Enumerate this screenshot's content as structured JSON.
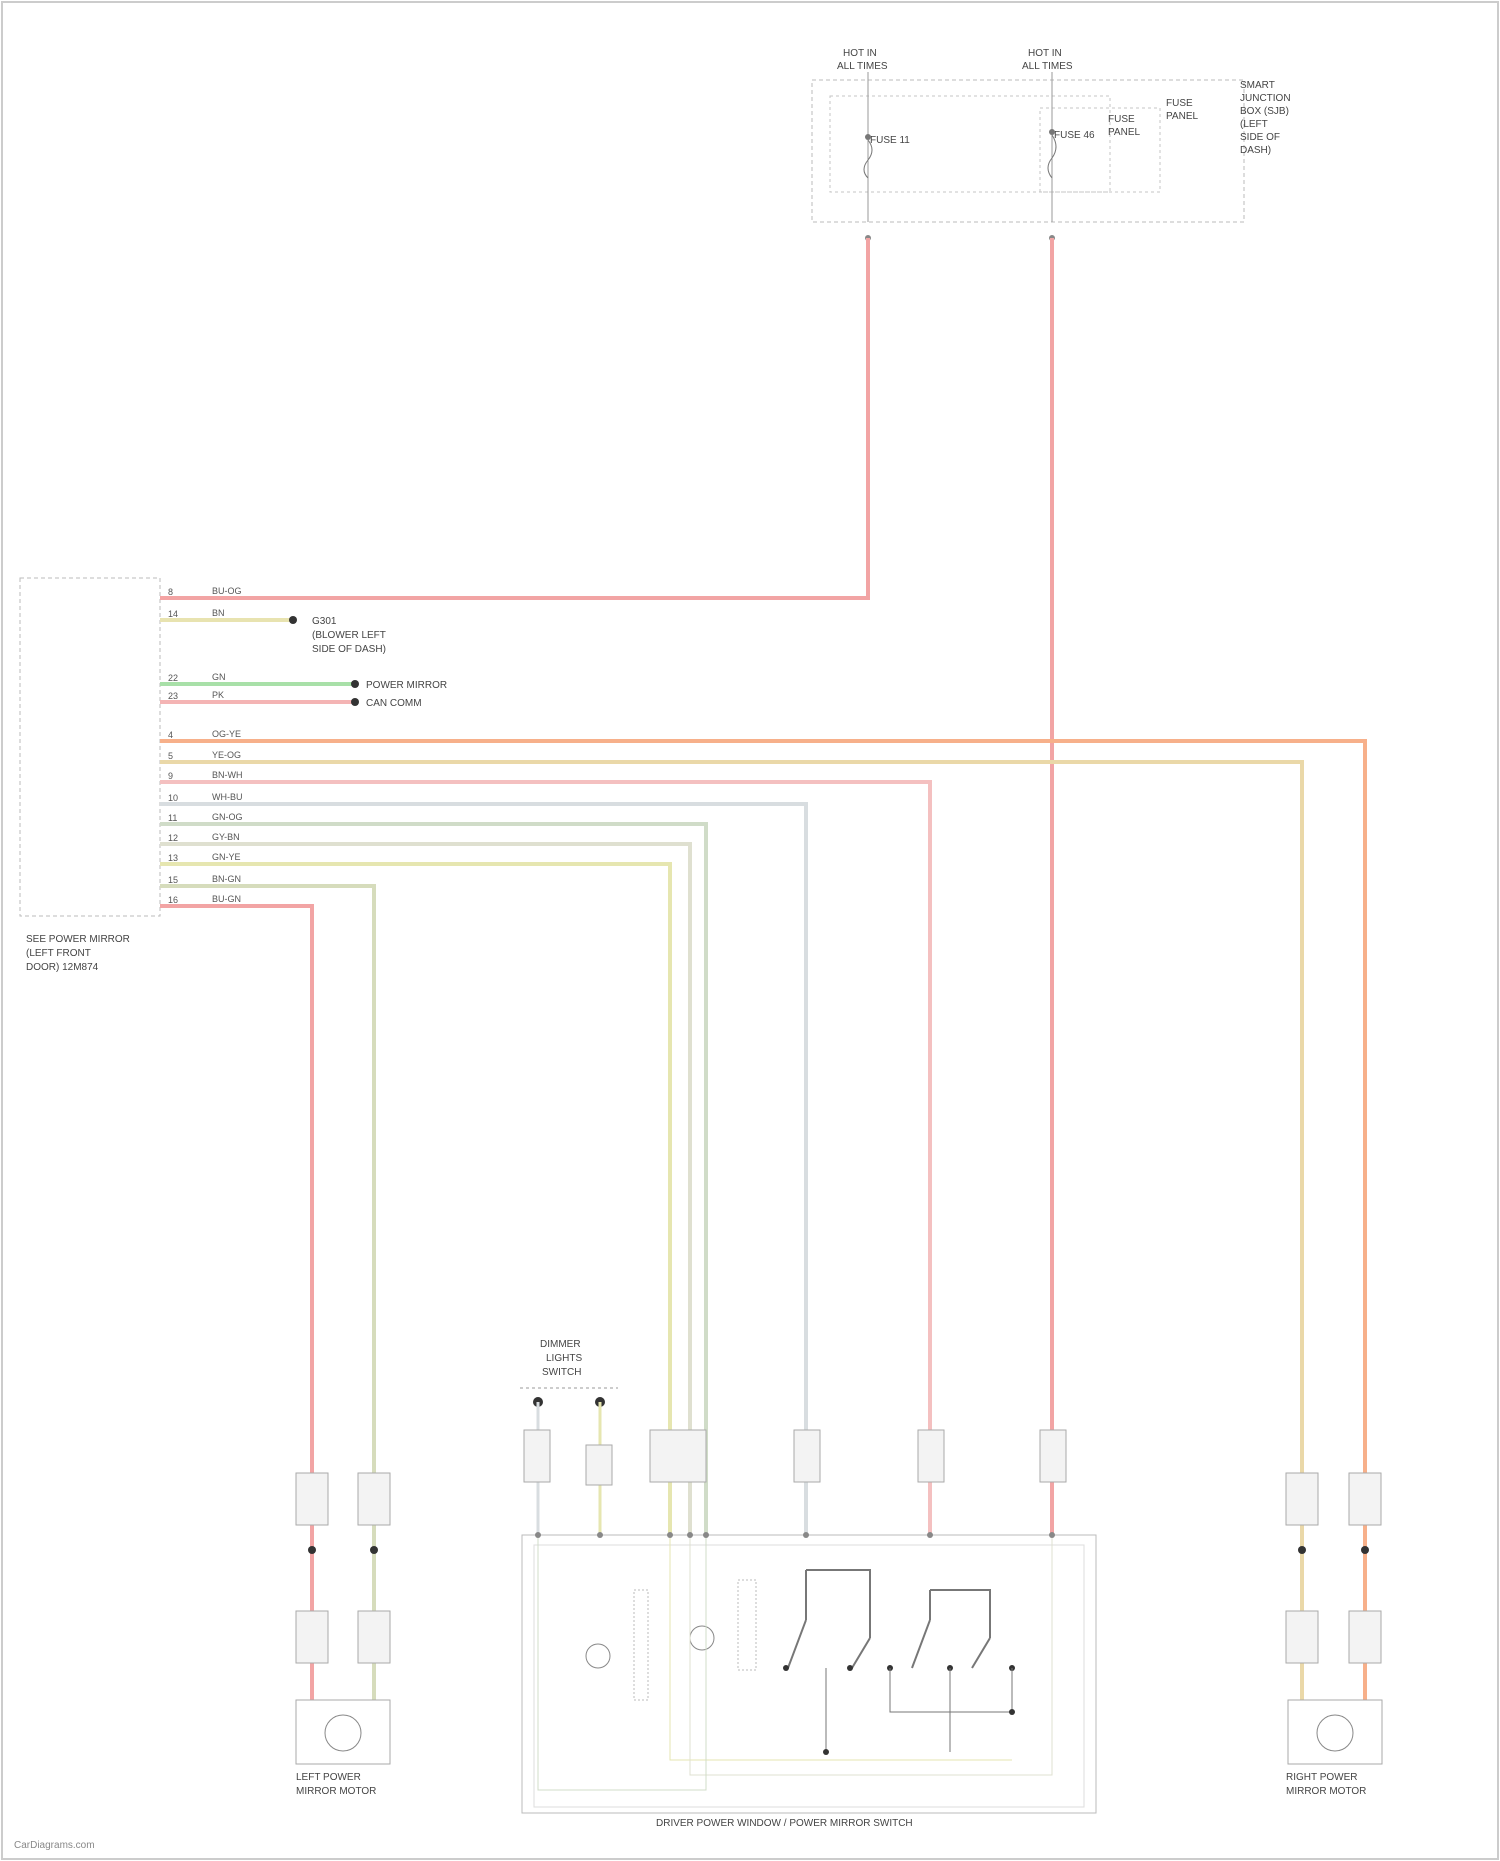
{
  "fuse_box": {
    "feed_left": [
      "HOT IN",
      "ALL TIMES"
    ],
    "feed_right": [
      "HOT IN",
      "ALL TIMES"
    ],
    "title": [
      "SMART",
      "JUNCTION",
      "BOX (SJB)",
      "(LEFT",
      "SIDE OF",
      "DASH)"
    ],
    "fuse_left": "FUSE 11",
    "fuse_right": "FUSE 46",
    "inner_label1": [
      "FUSE",
      "PANEL"
    ],
    "inner_label2": [
      "FUSE",
      "PANEL"
    ]
  },
  "module": {
    "label": [
      "SEE POWER MIRROR",
      "(LEFT FRONT",
      "DOOR) 12M874"
    ]
  },
  "module_wires": [
    {
      "pin": "8",
      "code": "BU-OG",
      "color": "#f4a3a3"
    },
    {
      "pin": "14",
      "code": "BN",
      "color": "#e8e3b0"
    },
    {
      "pin": "22",
      "code": "GN",
      "color": "#a8e0a8"
    },
    {
      "pin": "23",
      "code": "PK",
      "color": "#f4b4b4"
    },
    {
      "pin": "4",
      "code": "OG-YE",
      "color": "#f7b08a"
    },
    {
      "pin": "5",
      "code": "YE-OG",
      "color": "#ead8a8"
    },
    {
      "pin": "9",
      "code": "BN-WH",
      "color": "#f4c0c0"
    },
    {
      "pin": "10",
      "code": "WH-BU",
      "color": "#d8dde0"
    },
    {
      "pin": "11",
      "code": "GN-OG",
      "color": "#d0dcc8"
    },
    {
      "pin": "12",
      "code": "GY-BN",
      "color": "#dfe0d0"
    },
    {
      "pin": "13",
      "code": "GN-YE",
      "color": "#e6e6b0"
    },
    {
      "pin": "15",
      "code": "BN-GN",
      "color": "#d6dcbc"
    },
    {
      "pin": "16",
      "code": "BU-GN",
      "color": "#f2a4a4"
    }
  ],
  "side_refs": {
    "ref1": [
      "G301",
      "(BLOWER LEFT",
      "SIDE OF DASH)"
    ],
    "ref2": "POWER MIRROR",
    "ref3": "CAN COMM"
  },
  "components": {
    "left_mirror": [
      "LEFT POWER",
      "MIRROR MOTOR"
    ],
    "right_mirror": [
      "RIGHT POWER",
      "MIRROR MOTOR"
    ],
    "center_switch": "DRIVER POWER WINDOW / POWER MIRROR SWITCH",
    "dimmer": [
      "DIMMER",
      "LIGHTS",
      "SWITCH"
    ]
  },
  "watermark": "CarDiagrams.com",
  "colors": {
    "red_wire": "#f2a4a4",
    "orange_wire": "#f7b08a",
    "green_wire": "#a8e0a8",
    "dashed_box": "#bbbbbb"
  }
}
